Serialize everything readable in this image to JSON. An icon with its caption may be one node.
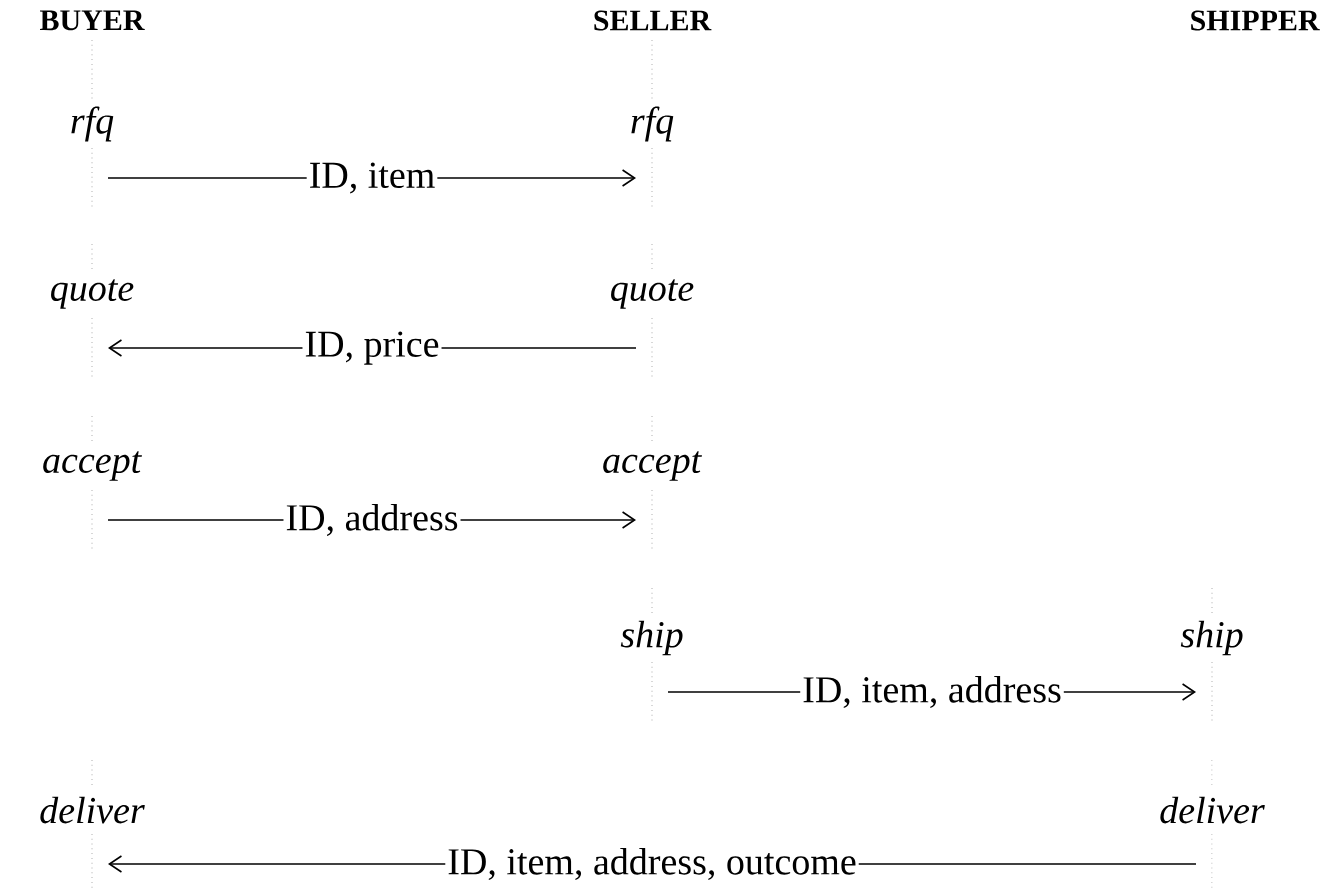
{
  "diagram": {
    "nodes": [
      {
        "text": [
          "*rfq*"
        ]
      },
      {
        "text": [
          "*rfq*"
        ]
      },
      {
        "text": [
          "*quote*"
        ]
      },
      {
        "text": [
          "*quote*"
        ]
      },
      {
        "text": [
          "*accept*"
        ]
      },
      {
        "text": [
          "*accept*"
        ]
      },
      {
        "text": [
          "*ship*"
        ]
      },
      {
        "text": [
          "*ship*"
        ]
      },
      {
        "text": [
          "*deliver*"
        ]
      },
      {
        "text": [
          "*deliver*"
        ]
      }
    ],
    "edges": [
      {
        "from": 0,
        "to": 1,
        "arrow": "to",
        "label": "ID, item"
      },
      {
        "from": 3,
        "to": 2,
        "arrow": "to",
        "label": "ID, price"
      },
      {
        "from": 4,
        "to": 5,
        "arrow": "to",
        "label": "ID, address"
      },
      {
        "from": 6,
        "to": 7,
        "arrow": "to",
        "label": "ID, item, address"
      },
      {
        "from": 9,
        "to": 8,
        "arrow": "to",
        "label": "ID, item, address, outcome"
      }
    ],
    "labels": [
      "BUYER",
      "SELLER",
      "SHIPPER"
    ]
  }
}
